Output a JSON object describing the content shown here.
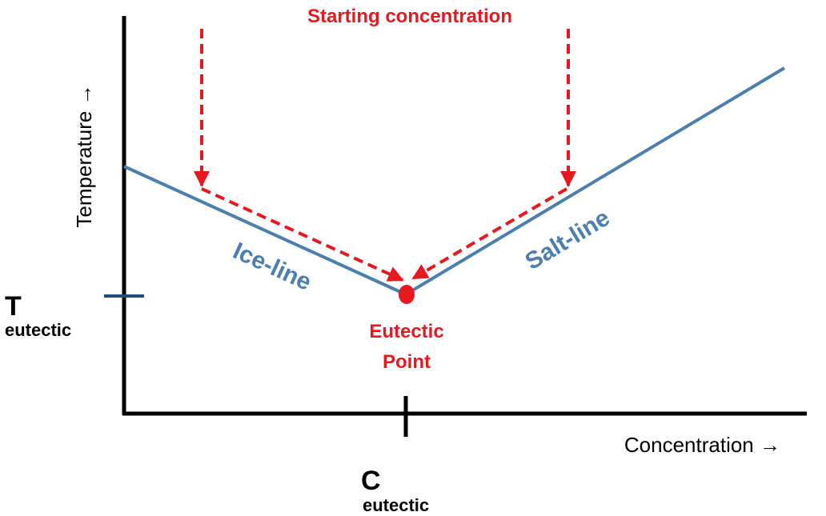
{
  "colors": {
    "axis": "#000000",
    "curve": "#4a7fb0",
    "arrow": "#e8191e",
    "tick_blue": "#1f4e79"
  },
  "labels": {
    "y_axis": "Temperature →",
    "x_axis": "Concentration →",
    "starting": "Starting concentration",
    "ice_line": "Ice-line",
    "salt_line": "Salt-line",
    "eutectic_point_line1": "Eutectic",
    "eutectic_point_line2": "Point",
    "t_main": "T",
    "t_sub": "eutectic",
    "c_main": "C",
    "c_sub": "eutectic"
  }
}
